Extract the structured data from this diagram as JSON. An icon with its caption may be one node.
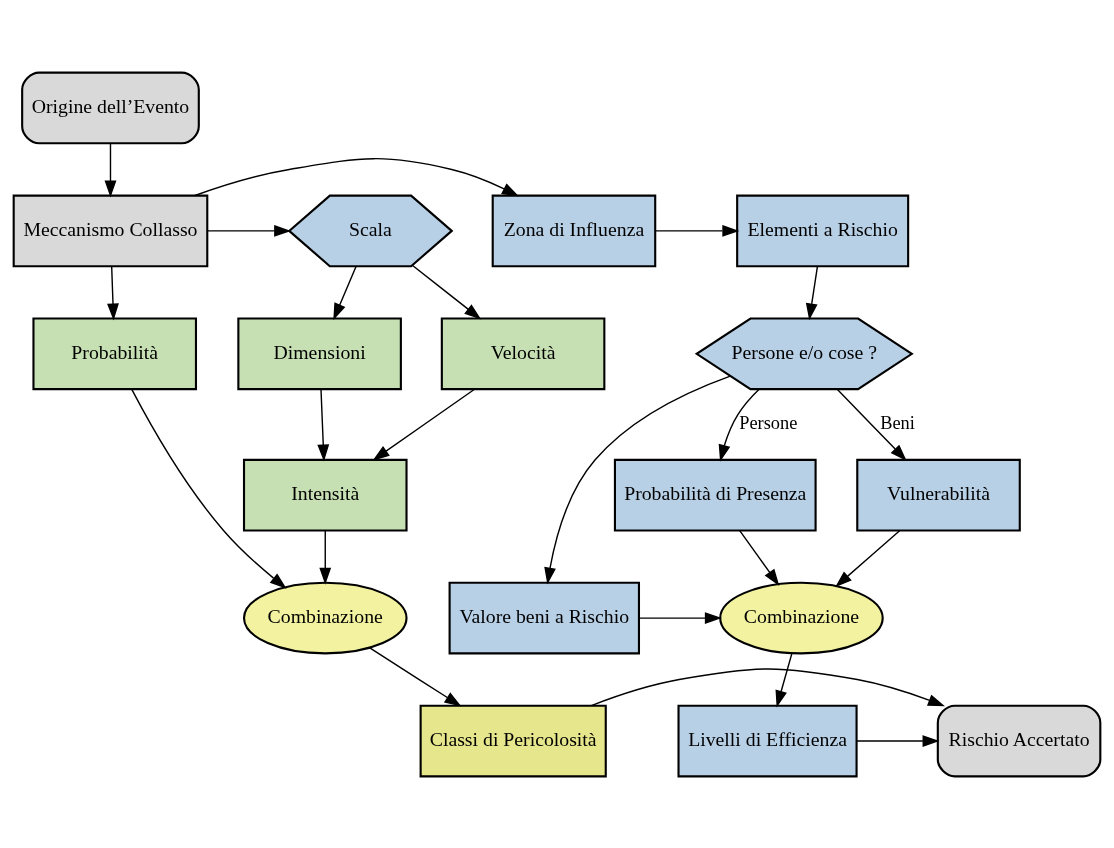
{
  "diagram": {
    "nodes": [
      {
        "text": [
          "Origine dell’Evento"
        ]
      },
      {
        "text": [
          "Meccanismo Collasso"
        ]
      },
      {
        "text": [
          "Zona di Influenza"
        ]
      },
      {
        "text": [
          "Elementi a Rischio"
        ]
      },
      {
        "text": [
          "Scala"
        ]
      },
      {
        "text": [
          "Persone e/o cose ?"
        ]
      },
      {
        "text": [
          "Probabilità"
        ]
      },
      {
        "text": [
          "Dimensioni"
        ]
      },
      {
        "text": [
          "Velocità"
        ]
      },
      {
        "text": [
          "Vulnerabilità"
        ]
      },
      {
        "text": [
          "Probabilità di Presenza"
        ]
      },
      {
        "text": [
          "Intensità"
        ]
      },
      {
        "text": [
          "Valore beni a Rischio"
        ]
      },
      {
        "text": [
          "Combinazione"
        ]
      },
      {
        "text": [
          "Combinazione"
        ]
      },
      {
        "text": [
          "Livelli di Efficienza"
        ]
      },
      {
        "text": [
          "Rischio Accertato"
        ]
      },
      {
        "text": [
          "Classi di Pericolosità"
        ]
      }
    ],
    "edges": [
      {
        "from": 0,
        "to": 1,
        "arrow": "to"
      },
      {
        "from": 1,
        "to": 2,
        "arrow": "to"
      },
      {
        "from": 2,
        "to": 3,
        "arrow": "to"
      },
      {
        "from": 1,
        "to": 4,
        "arrow": "to"
      },
      {
        "from": 1,
        "to": 6,
        "arrow": "to"
      },
      {
        "from": 3,
        "to": 5,
        "arrow": "to"
      },
      {
        "from": 4,
        "to": 7,
        "arrow": "to"
      },
      {
        "from": 4,
        "to": 8,
        "arrow": "to"
      },
      {
        "from": 5,
        "to": 12,
        "arrow": "to"
      },
      {
        "from": 5,
        "to": 9,
        "arrow": "to",
        "label": "Beni"
      },
      {
        "from": 5,
        "to": 10,
        "arrow": "to",
        "label": "Persone"
      },
      {
        "from": 9,
        "to": 13,
        "arrow": "to"
      },
      {
        "from": 10,
        "to": 13,
        "arrow": "to"
      },
      {
        "from": 7,
        "to": 11,
        "arrow": "to"
      },
      {
        "from": 8,
        "to": 11,
        "arrow": "to"
      },
      {
        "from": 6,
        "to": 14,
        "arrow": "to"
      },
      {
        "from": 11,
        "to": 14,
        "arrow": "to"
      },
      {
        "from": 12,
        "to": 13,
        "arrow": "to"
      },
      {
        "from": 13,
        "to": 15,
        "arrow": "to"
      },
      {
        "from": 14,
        "to": 17,
        "arrow": "to"
      },
      {
        "from": 15,
        "to": 16,
        "arrow": "to"
      },
      {
        "from": 17,
        "to": 16,
        "arrow": "to"
      }
    ]
  }
}
